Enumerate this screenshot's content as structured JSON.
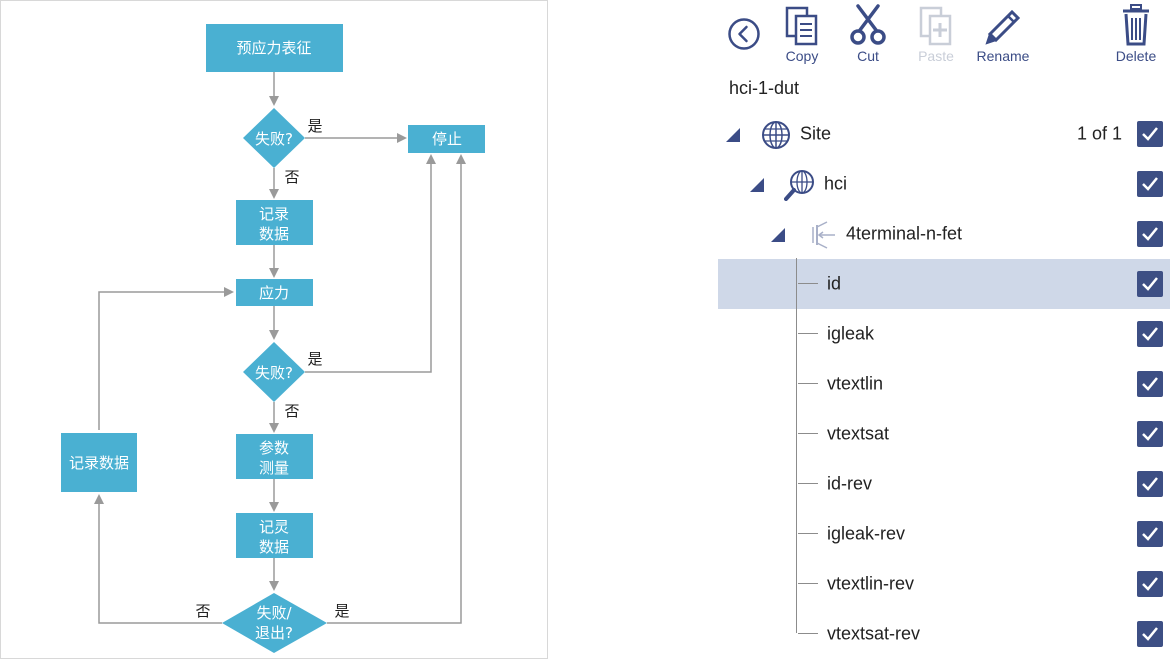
{
  "flowchart": {
    "start": "预应力表征",
    "decision1": "失败?",
    "decision1_yes": "是",
    "decision1_no": "否",
    "stop": "停止",
    "record_data_1": [
      "记录",
      "数据"
    ],
    "stress": "应力",
    "decision2": "失败?",
    "decision2_yes": "是",
    "decision2_no": "否",
    "param_measure": [
      "参数",
      "测量"
    ],
    "record_data_2": [
      "记灵",
      "数据"
    ],
    "decision3": [
      "失败/",
      "退出?"
    ],
    "decision3_yes": "是",
    "decision3_no": "否",
    "side_record": "记录数据"
  },
  "toolbar": {
    "copy": "Copy",
    "cut": "Cut",
    "paste": "Paste",
    "rename": "Rename",
    "delete": "Delete"
  },
  "tree": {
    "dut": "hci-1-dut",
    "site_label": "Site",
    "site_count": "1 of 1",
    "module_label": "hci",
    "device_label": "4terminal-n-fet",
    "tests": [
      "id",
      "igleak",
      "vtextlin",
      "vtextsat",
      "id-rev",
      "igleak-rev",
      "vtextlin-rev",
      "vtextsat-rev"
    ],
    "selected": "id"
  },
  "colors": {
    "flow_box": "#4ab0d2",
    "arrow": "#9a9a9a",
    "toolbar_blue": "#3b4c86",
    "checkbox": "#3d4f84",
    "selected_row": "#cfd8e8"
  }
}
